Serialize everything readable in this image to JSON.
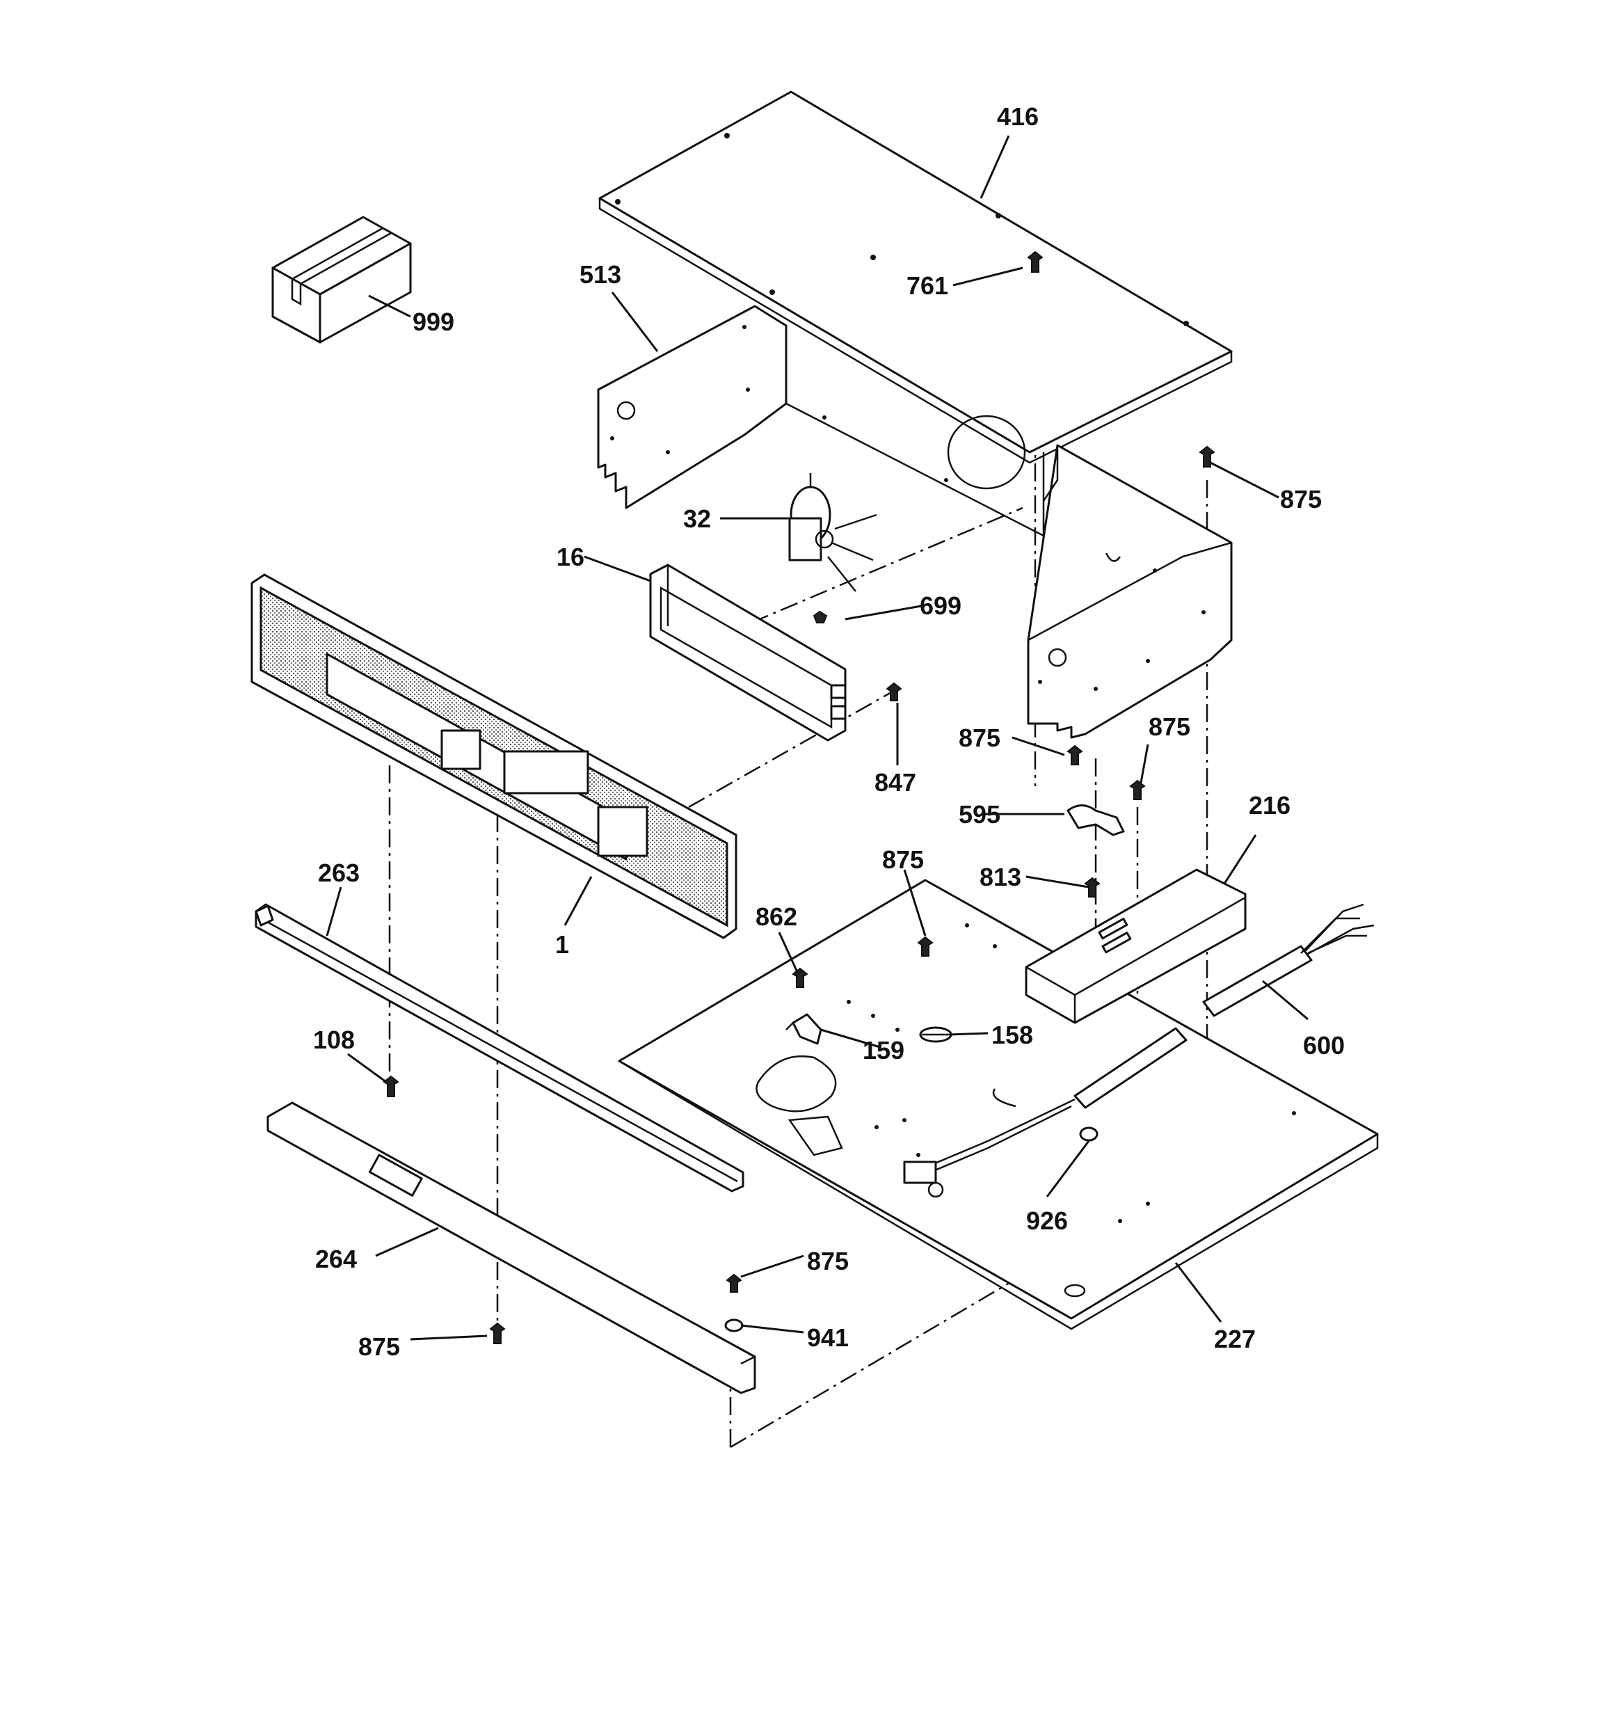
{
  "callouts": {
    "c416": "416",
    "c513": "513",
    "c761": "761",
    "c999": "999",
    "c875_top": "875",
    "c32": "32",
    "c16": "16",
    "c699": "699",
    "c847": "847",
    "c875_a": "875",
    "c875_b": "875",
    "c216": "216",
    "c595": "595",
    "c263": "263",
    "c875_c": "875",
    "c813": "813",
    "c862": "862",
    "c1": "1",
    "c108": "108",
    "c159": "159",
    "c158": "158",
    "c600": "600",
    "c926": "926",
    "c264": "264",
    "c875_d": "875",
    "c941": "941",
    "c875_e": "875",
    "c227": "227"
  }
}
